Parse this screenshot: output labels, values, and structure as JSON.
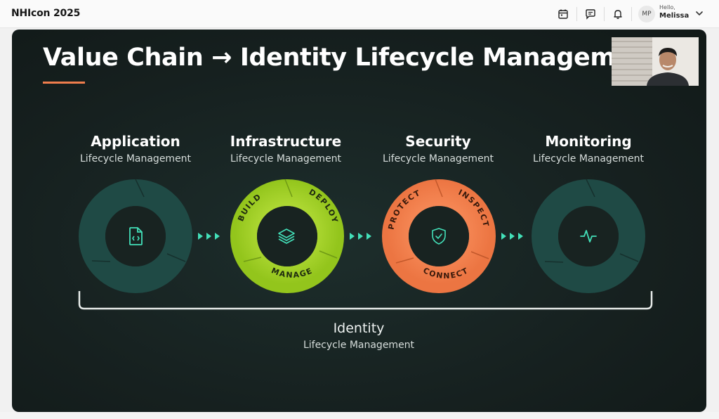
{
  "app": {
    "title": "NHIcon 2025"
  },
  "header": {
    "icons": [
      "calendar-icon",
      "chat-icon",
      "bell-icon"
    ],
    "user": {
      "initials": "MP",
      "greeting": "Hello,",
      "name": "Melissa"
    }
  },
  "slide": {
    "title": "Value Chain → Identity Lifecycle Management",
    "accent_color": "#ef7d4d",
    "stages": [
      {
        "name": "Application",
        "subtitle": "Lifecycle Management",
        "icon": "code-file-icon",
        "color": "#1f4a45"
      },
      {
        "name": "Infrastructure",
        "subtitle": "Lifecycle Management",
        "icon": "layers-icon",
        "color": "#a8d52c",
        "segments": [
          "BUILD",
          "DEPLOY",
          "MANAGE"
        ]
      },
      {
        "name": "Security",
        "subtitle": "Lifecycle Management",
        "icon": "shield-check-icon",
        "color": "#f2804f",
        "segments": [
          "PROTECT",
          "INSPECT",
          "CONNECT"
        ]
      },
      {
        "name": "Monitoring",
        "subtitle": "Lifecycle Management",
        "icon": "activity-icon",
        "color": "#1f4a45"
      }
    ],
    "bracket": {
      "name": "Identity",
      "subtitle": "Lifecycle Management"
    }
  }
}
